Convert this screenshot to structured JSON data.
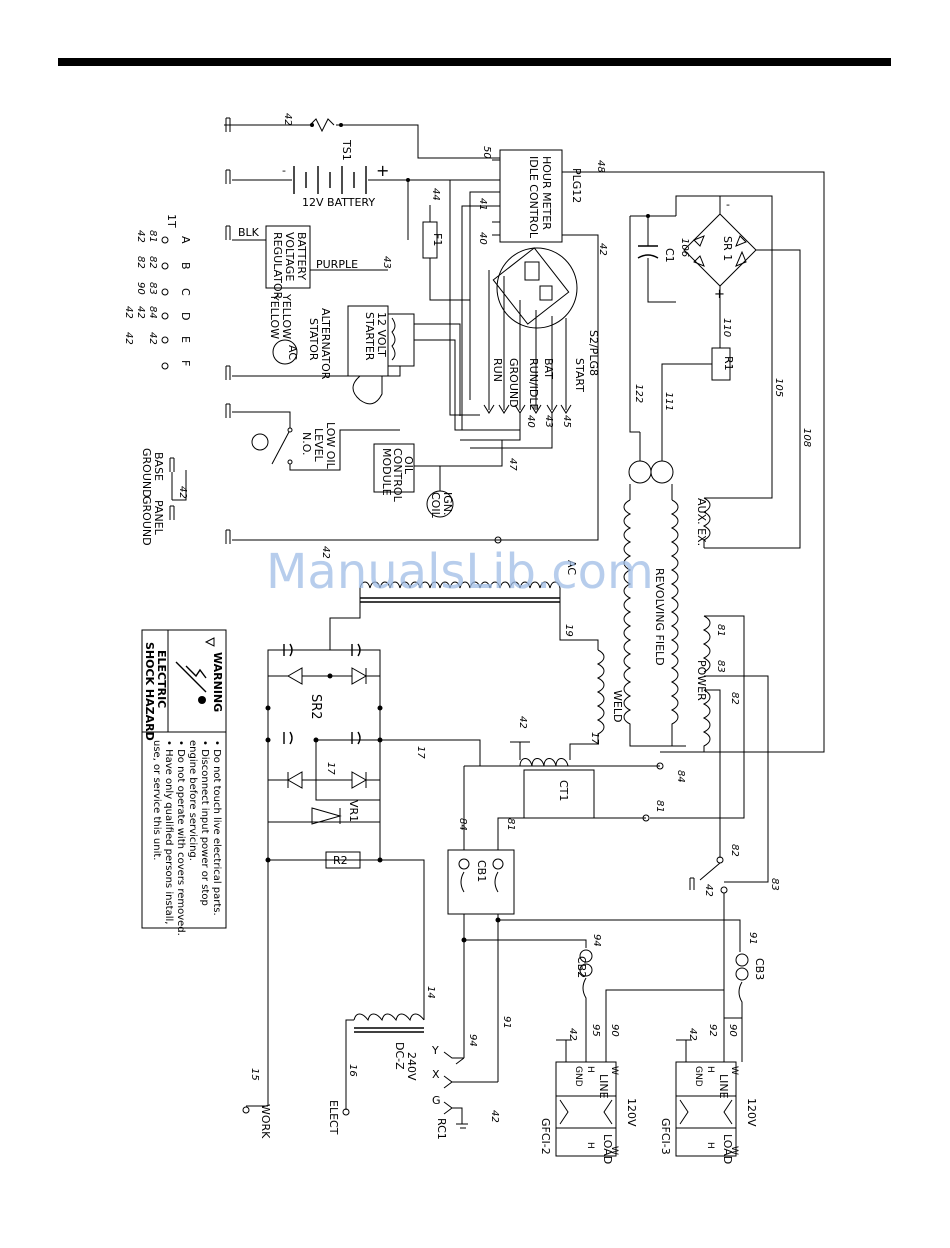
{
  "watermark": "ManualsLib.com",
  "components": {
    "ts1": "TS1",
    "battery": "12V BATTERY",
    "battery_minus": "-",
    "battery_plus": "+",
    "plg12": "PLG12",
    "hour_meter": "HOUR METER",
    "idle_control": "IDLE CONTROL",
    "f1": "F1",
    "reg_line1": "BATTERY",
    "reg_line2": "VOLTAGE",
    "reg_line3": "REGULATOR",
    "blk": "BLK",
    "purple": "PURPLE",
    "yellow_a": "YELLOW",
    "yellow_b": "YELLOW",
    "ac": "AC",
    "alt1": "ALTERNATOR",
    "alt2": "STATOR",
    "starter1": "12 VOLT",
    "starter2": "STARTER",
    "s2": "S2/PLG8",
    "start": "START",
    "bat": "BAT",
    "run_idle": "RUN/IDLE",
    "ground": "GROUND",
    "run": "RUN",
    "low_oil1": "LOW OIL",
    "low_oil2": "LEVEL",
    "low_oil3": "N.O.",
    "oil1": "OIL",
    "oil2": "CONTROL",
    "oil3": "MODULE",
    "ign1": "IGN.",
    "ign2": "COIL",
    "base1": "BASE",
    "base2": "GROUND",
    "panel1": "PANEL",
    "panel2": "GROUND",
    "c1": "C1",
    "sr1": "SR 1",
    "r1": "R1",
    "aux": "AUX. EX.",
    "revolving": "REVOLVING FIELD",
    "ac_lbl": "AC",
    "weld": "WELD",
    "power": "POWER",
    "ct1": "CT1",
    "cb1": "CB1",
    "cb2": "CB2",
    "cb3": "CB3",
    "sr2": "SR2",
    "vr1": "VR1",
    "r2": "R2",
    "dcz": "DC-Z",
    "v240": "240V",
    "y": "Y",
    "x": "X",
    "g": "G",
    "rc1": "RC1",
    "work": "WORK",
    "elect": "ELECT",
    "gnd": "GND",
    "h": "H",
    "line": "LINE",
    "w": "W",
    "v120": "120V",
    "load": "LOAD",
    "gfci2": "GFCI-2",
    "gfci3": "GFCI-3"
  },
  "wire_numbers": {
    "n42": "42",
    "n50": "50",
    "n48": "48",
    "n44": "44",
    "n41": "41",
    "n40": "40",
    "n43": "43",
    "n45": "45",
    "n47": "47",
    "n106": "106",
    "n110": "110",
    "n105": "105",
    "n108": "108",
    "n122": "122",
    "n111": "111",
    "n19": "19",
    "n17": "17",
    "n81": "81",
    "n83": "83",
    "n82": "82",
    "n84": "84",
    "n94": "94",
    "n91": "91",
    "n95": "95",
    "n90": "90",
    "n92": "92",
    "n14": "14",
    "n15": "15",
    "n16": "16"
  },
  "plug_table": {
    "header": [
      "1T",
      "A",
      "B",
      "C",
      "D",
      "E",
      "F"
    ],
    "row1": [
      "81",
      "82",
      "83",
      "84",
      "42"
    ],
    "row2": [
      "42",
      "82",
      "90",
      "42"
    ],
    "row3": [
      "42",
      "42"
    ]
  },
  "warning": {
    "title": "WARNING",
    "caption1": "ELECTRIC",
    "caption2": "SHOCK HAZARD",
    "lines": [
      "• Do not touch live electrical parts.",
      "• Disconnect input power or stop",
      "  engine before servicing.",
      "• Do not operate with covers removed.",
      "• Have only qualified persons install,",
      "  use, or service this unit."
    ]
  }
}
